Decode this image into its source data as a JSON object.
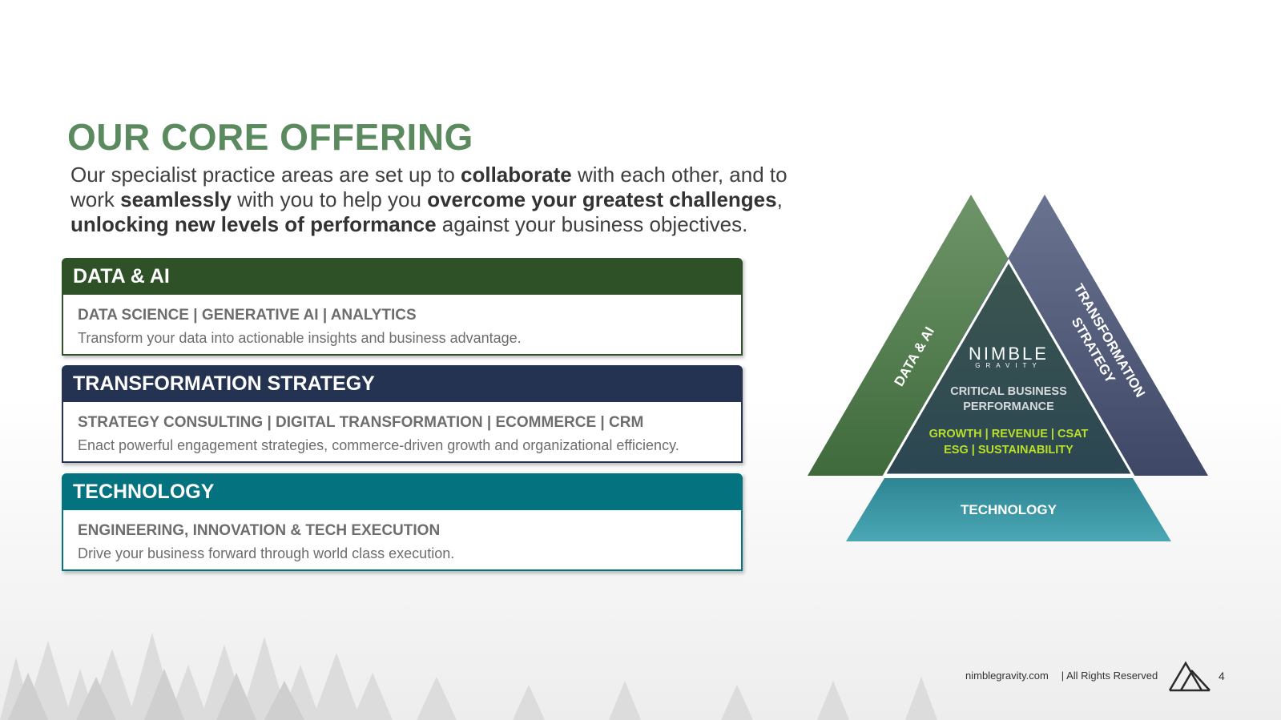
{
  "slide": {
    "title": "OUR CORE OFFERING",
    "intro": [
      {
        "t": "Our specialist practice areas are set up to ",
        "b": false
      },
      {
        "t": "collaborate",
        "b": true
      },
      {
        "t": " with each other, and to work ",
        "b": false
      },
      {
        "t": "seamlessly",
        "b": true
      },
      {
        "t": " with you to help you ",
        "b": false
      },
      {
        "t": "overcome your greatest challenges",
        "b": true
      },
      {
        "t": ", ",
        "b": false
      },
      {
        "t": "unlocking new levels of performance",
        "b": true
      },
      {
        "t": " against your business objectives.",
        "b": false
      }
    ]
  },
  "cards": [
    {
      "title": "DATA & AI",
      "subtitle": "DATA SCIENCE | GENERATIVE AI | ANALYTICS",
      "description": "Transform your data into actionable insights and business advantage."
    },
    {
      "title": "TRANSFORMATION STRATEGY",
      "subtitle": "STRATEGY CONSULTING | DIGITAL TRANSFORMATION | ECOMMERCE | CRM",
      "description": "Enact powerful engagement strategies, commerce-driven growth and organizational efficiency."
    },
    {
      "title": "TECHNOLOGY",
      "subtitle": "ENGINEERING, INNOVATION & TECH EXECUTION",
      "description": "Drive your business forward through world class execution."
    }
  ],
  "pyramid": {
    "left_label": "DATA & AI",
    "right_label_1": "TRANSFORMATION",
    "right_label_2": "STRATEGY",
    "logo_top": "NIMBLE",
    "logo_bottom": "GRAVITY",
    "center_line1": "CRITICAL BUSINESS",
    "center_line2": "PERFORMANCE",
    "metrics_line1": "GROWTH | REVENUE | CSAT",
    "metrics_line2": "ESG | SUSTAINABILITY",
    "base_label": "TECHNOLOGY"
  },
  "footer": {
    "site": "nimblegravity.com",
    "rights": "| All Rights Reserved",
    "page": "4"
  },
  "colors": {
    "title_green": "#5a8a5e",
    "data_green": "#2e5128",
    "strategy_navy": "#253352",
    "technology_teal": "#04727f",
    "metrics_lime": "#b8e02a"
  },
  "icons": {
    "logo": "nimble-gravity-mountain-icon"
  }
}
